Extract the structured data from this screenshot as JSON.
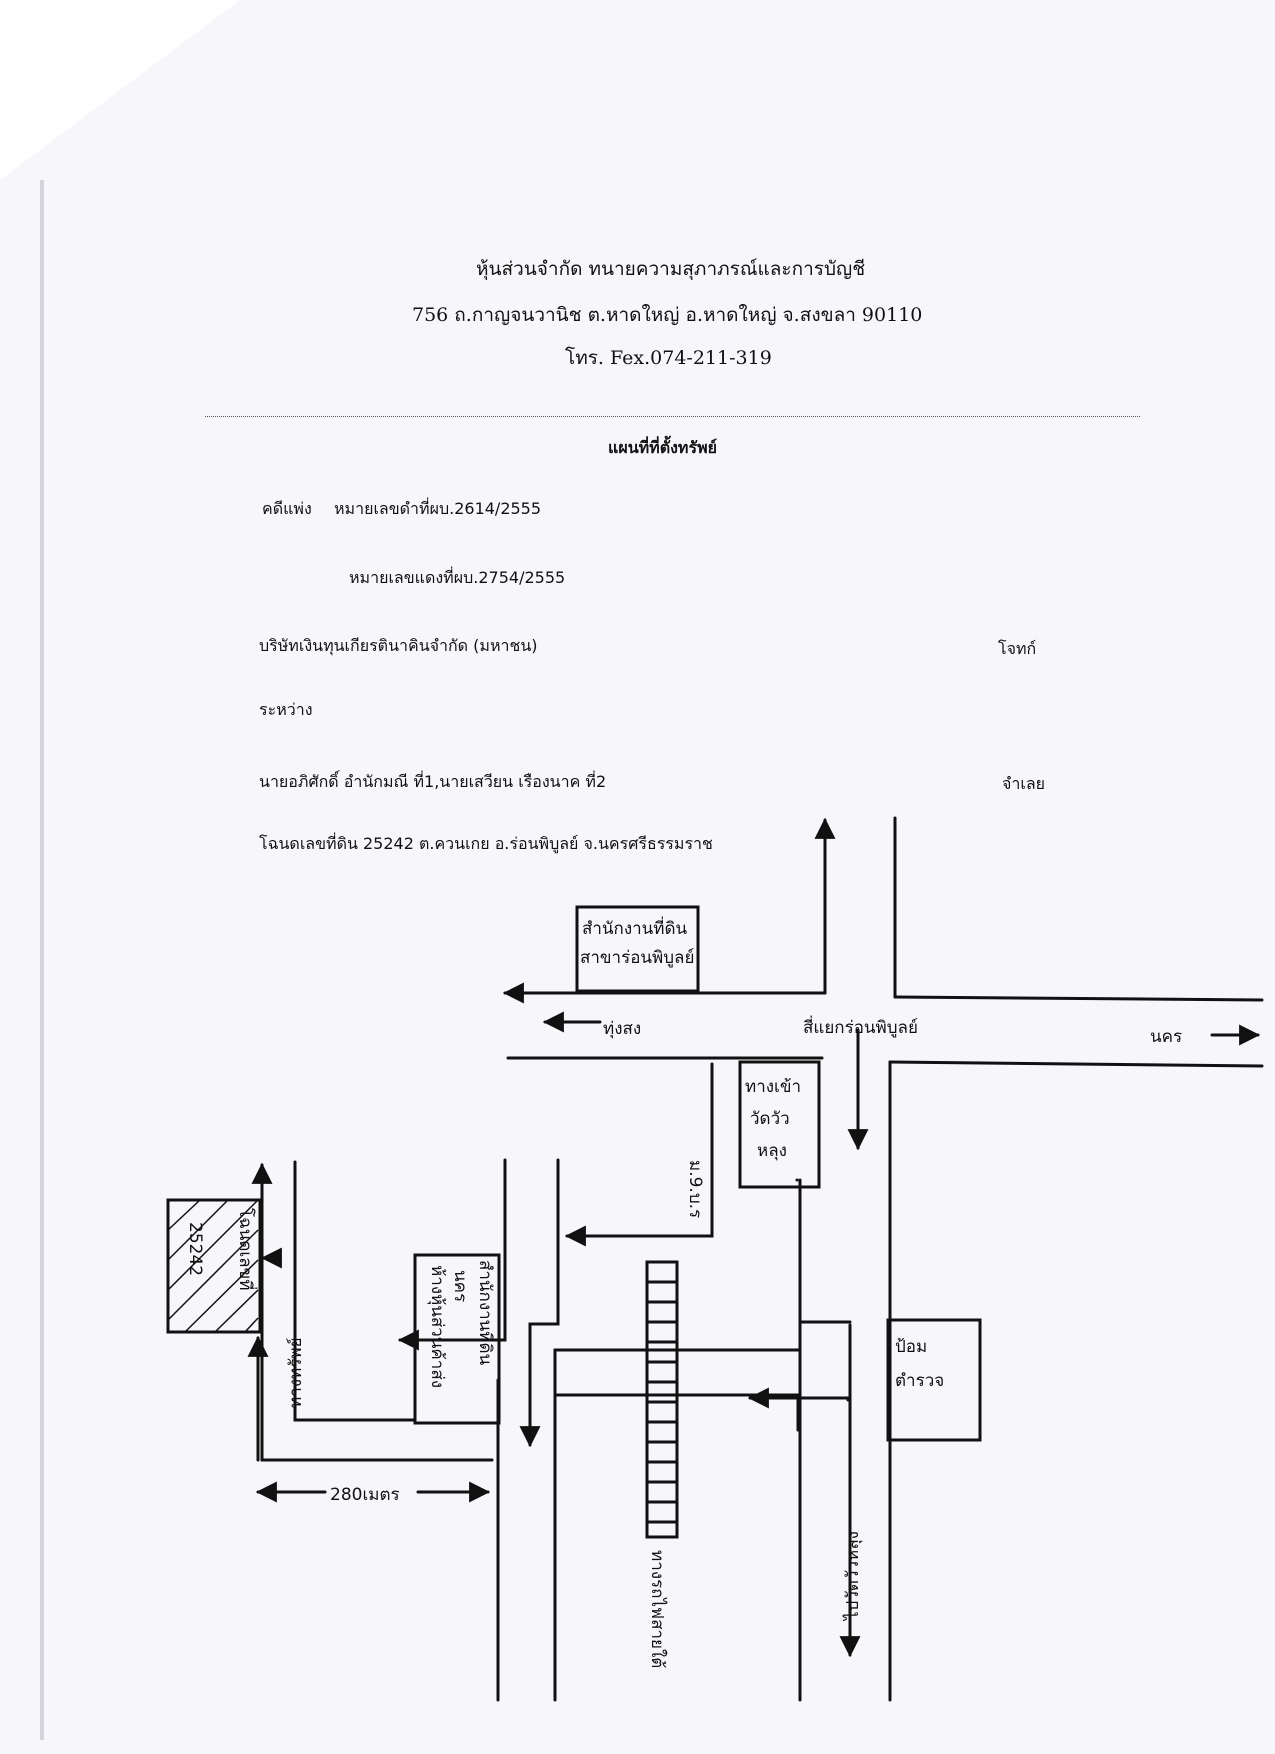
{
  "header": {
    "firm_name": "หุ้นส่วนจำกัด ทนายความสุภาภรณ์และการบัญชี",
    "address": "756 ถ.กาญจนวานิช ต.หาดใหญ่ อ.หาดใหญ่ จ.สงขลา 90110",
    "phone": "โทร. Fex.074-211-319"
  },
  "document": {
    "title": "แผนที่ที่ตั้งทรัพย์",
    "case_type_label": "คดีแพ่ง",
    "black_case_no": "หมายเลขดำที่ผบ.2614/2555",
    "red_case_no": "หมายเลขแดงที่ผบ.2754/2555",
    "plaintiff": "บริษัทเงินทุนเกียรตินาคินจำกัด (มหาชน)",
    "plaintiff_role": "โจทก์",
    "between_label": "ระหว่าง",
    "defendants": "นายอภิศักดิ์ อำนักมณี ที่1,นายเสวียน เรืองนาค ที่2",
    "defendant_role": "จำเลย",
    "title_deed": "โฉนดเลขที่ดิน  25242 ต.ควนเกย อ.ร่อนพิบูลย์  จ.นครศรีธรรมราช"
  },
  "map": {
    "land_office": [
      "สำนักงานที่ดิน",
      "สาขาร่อนพิบูลย์"
    ],
    "to_thung_song": "ทุ่งสง",
    "ron_phibun_junction": "สี่แยกร่อนพิบูลย์",
    "to_nakhon": "นคร",
    "temple_entrance": [
      "ทางเข้า",
      "วัดวัว",
      "หลุง"
    ],
    "village_road": "ม.9.บ.ร",
    "plot_owner": "โฉนดเลขที่",
    "plot_number": "25242",
    "school": [
      "สำนักงานที่ดิน",
      "นคร",
      "ห้างหุ้นส่วนค้าส่ง"
    ],
    "distance_side": "ทางทรัพย์",
    "distance_bottom": "280เมตร",
    "railway": "ทางรถไฟสายใต้",
    "police_box": [
      "ป้อม",
      "ตำรวจ"
    ],
    "to_wat_wua_lung": "ไปวัดวัวหลุง"
  }
}
